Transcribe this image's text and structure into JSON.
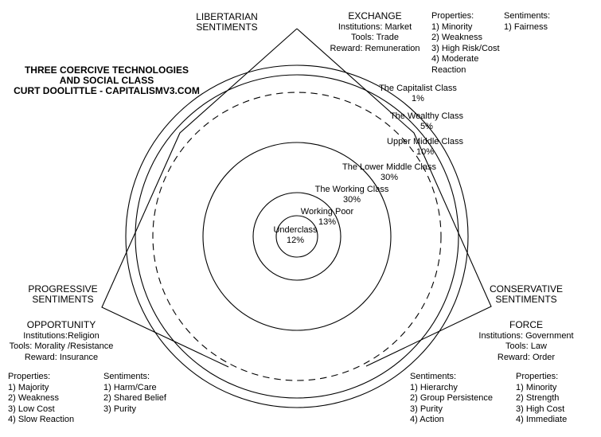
{
  "meta": {
    "background_color": "#ffffff",
    "ink_color": "#000000",
    "description": "Concentric social-class circles with coercive-technology triangle"
  },
  "title": {
    "lines": [
      "THREE COERCIVE TECHNOLOGIES",
      "AND SOCIAL CLASS",
      "CURT DOOLITTLE - CAPITALISMV3.COM"
    ]
  },
  "corners": {
    "libertarian": {
      "line1": "LIBERTARIAN",
      "line2": "SENTIMENTS"
    },
    "progressive": {
      "line1": "PROGRESSIVE",
      "line2": "SENTIMENTS"
    },
    "conservative": {
      "line1": "CONSERVATIVE",
      "line2": "SENTIMENTS"
    }
  },
  "technologies": {
    "exchange": {
      "name": "EXCHANGE",
      "institutions": "Institutions: Market",
      "tools": "Tools: Trade",
      "reward": "Reward: Remuneration"
    },
    "opportunity": {
      "name": "OPPORTUNITY",
      "institutions": "Institutions:Religion",
      "tools": "Tools: Morality /Resistance",
      "reward": "Reward: Insurance"
    },
    "force": {
      "name": "FORCE",
      "institutions": "Institutions: Government",
      "tools": "Tools: Law",
      "reward": "Reward: Order"
    }
  },
  "lists": {
    "exchange_properties": {
      "heading": "Properties:",
      "items": [
        "1) Minority",
        "2) Weakness",
        "3) High Risk/Cost",
        "4) Moderate",
        "Reaction"
      ]
    },
    "exchange_sentiments": {
      "heading": "Sentiments:",
      "items": [
        "1) Fairness"
      ]
    },
    "opportunity_properties": {
      "heading": "Properties:",
      "items": [
        "1) Majority",
        "2) Weakness",
        "3) Low Cost",
        "4) Slow Reaction"
      ]
    },
    "opportunity_sentiments": {
      "heading": "Sentiments:",
      "items": [
        "1) Harm/Care",
        "2) Shared Belief",
        "3) Purity"
      ]
    },
    "force_sentiments": {
      "heading": "Sentiments:",
      "items": [
        "1) Hierarchy",
        "2) Group Persistence",
        "3) Purity",
        "4) Action"
      ]
    },
    "force_properties": {
      "heading": "Properties:",
      "items": [
        "1) Minority",
        "2) Strength",
        "3) High Cost",
        "4) Immediate"
      ]
    }
  },
  "classes": [
    {
      "name": "The Capitalist Class",
      "percent": "1%"
    },
    {
      "name": "The Wealthy Class",
      "percent": "5%"
    },
    {
      "name": "Upper Middle Class",
      "percent": "10%"
    },
    {
      "name": "The Lower Middle Class",
      "percent": "30%"
    },
    {
      "name": "The Working Class",
      "percent": "30%"
    },
    {
      "name": "Working Poor",
      "percent": "13%"
    },
    {
      "name": "Underclass",
      "percent": "12%"
    }
  ]
}
